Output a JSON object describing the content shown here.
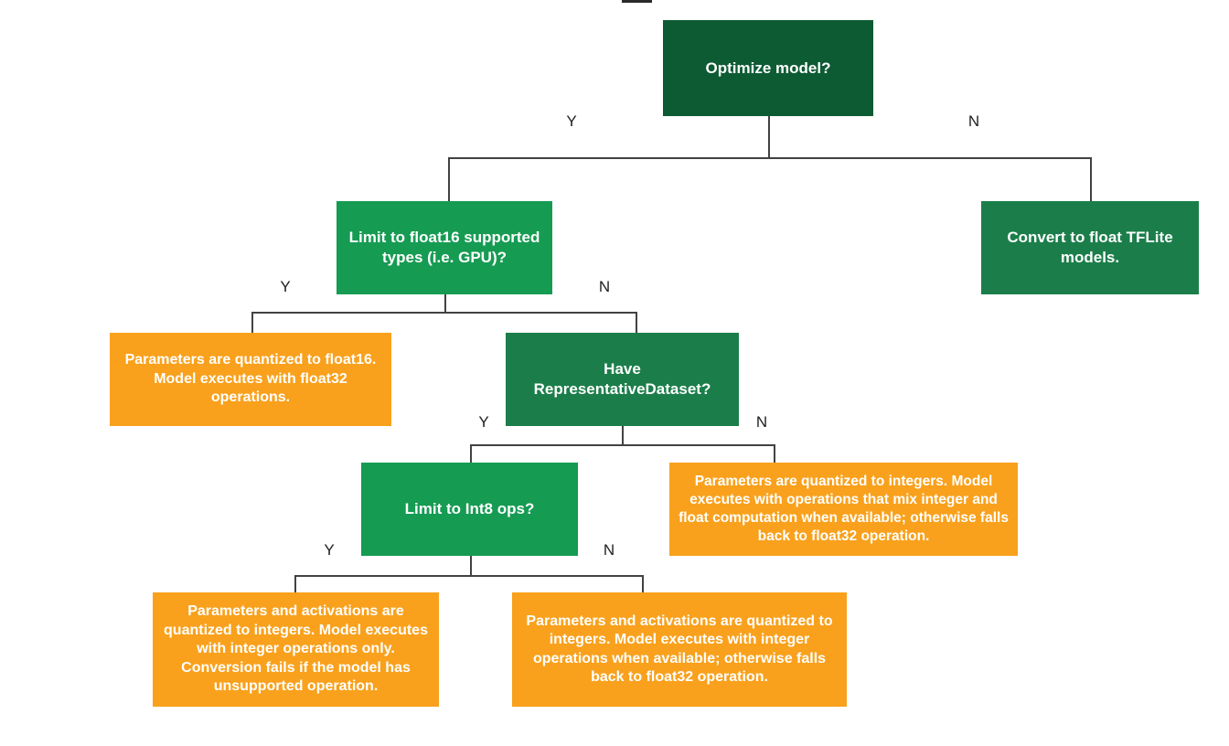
{
  "diagram": {
    "type": "decision-tree-flowchart",
    "topic": "TFLite model optimization / quantization decision tree",
    "nodes": [
      {
        "id": "optimize-model",
        "kind": "decision",
        "color": "#0d5b33",
        "label": "Optimize model?"
      },
      {
        "id": "convert-float-tflite",
        "kind": "outcome",
        "color": "#1b7e4a",
        "label": "Convert to float TFLite models."
      },
      {
        "id": "limit-float16",
        "kind": "decision",
        "color": "#169b53",
        "label": "Limit to float16 supported types (i.e. GPU)?"
      },
      {
        "id": "float16-outcome",
        "kind": "outcome",
        "color": "#f9a11c",
        "label": "Parameters are quantized to float16. Model executes with float32 operations."
      },
      {
        "id": "have-representative-dataset",
        "kind": "decision",
        "color": "#1b7e4a",
        "label": "Have RepresentativeDataset?"
      },
      {
        "id": "mixed-computation-outcome",
        "kind": "outcome",
        "color": "#f9a11c",
        "label": "Parameters are quantized to integers. Model executes with operations that mix integer and float computation when available; otherwise falls back to float32 operation."
      },
      {
        "id": "limit-int8",
        "kind": "decision",
        "color": "#169b53",
        "label": "Limit to Int8 ops?"
      },
      {
        "id": "int8-only-outcome",
        "kind": "outcome",
        "color": "#f9a11c",
        "label": "Parameters and activations are quantized to integers. Model executes with integer operations only. Conversion fails if the model has unsupported operation."
      },
      {
        "id": "int8-fallback-outcome",
        "kind": "outcome",
        "color": "#f9a11c",
        "label": "Parameters and activations are quantized to integers. Model executes with integer operations when available; otherwise falls back to float32 operation."
      }
    ],
    "edges": [
      {
        "from": "optimize-model",
        "to": "limit-float16",
        "label": "Y"
      },
      {
        "from": "optimize-model",
        "to": "convert-float-tflite",
        "label": "N"
      },
      {
        "from": "limit-float16",
        "to": "float16-outcome",
        "label": "Y"
      },
      {
        "from": "limit-float16",
        "to": "have-representative-dataset",
        "label": "N"
      },
      {
        "from": "have-representative-dataset",
        "to": "limit-int8",
        "label": "Y"
      },
      {
        "from": "have-representative-dataset",
        "to": "mixed-computation-outcome",
        "label": "N"
      },
      {
        "from": "limit-int8",
        "to": "int8-only-outcome",
        "label": "Y"
      },
      {
        "from": "limit-int8",
        "to": "int8-fallback-outcome",
        "label": "N"
      }
    ],
    "colors": {
      "decision_dark_green": "#0d5b33",
      "decision_medium_green": "#1b7e4a",
      "decision_bright_green": "#169b53",
      "outcome_orange": "#f9a11c",
      "connector_line": "#424242",
      "edge_label_text": "#202124",
      "node_text": "#ffffff",
      "background": "#ffffff"
    }
  }
}
